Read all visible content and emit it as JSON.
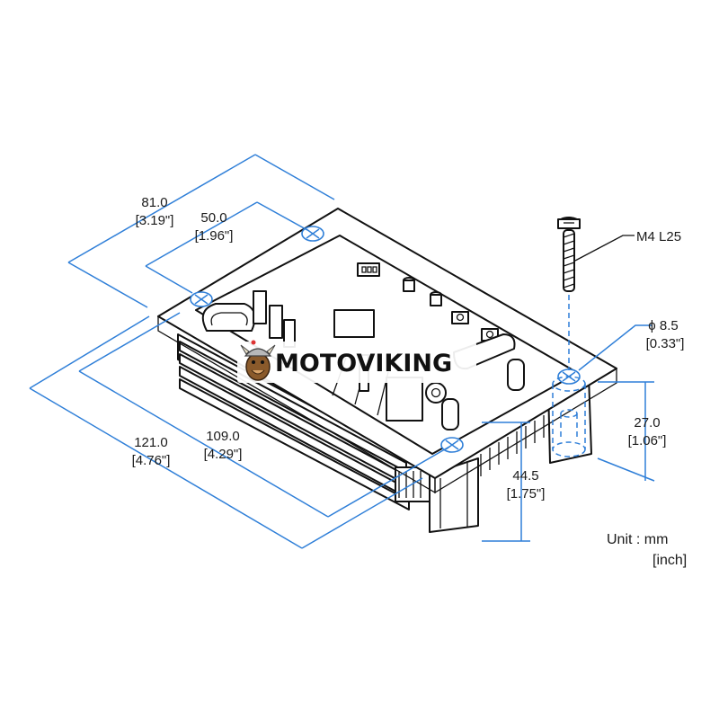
{
  "watermark": {
    "text": "MOTOVIKING",
    "logo_icon": "viking-mascot-icon"
  },
  "dimensions": {
    "overall_length": {
      "value": "81.0",
      "inch": "[3.19\"]"
    },
    "hole_spacing_length": {
      "value": "50.0",
      "inch": "[1.96\"]"
    },
    "overall_width": {
      "value": "121.0",
      "inch": "[4.76\"]"
    },
    "hole_spacing_width": {
      "value": "109.0",
      "inch": "[4.29\"]"
    },
    "body_height": {
      "value": "44.5",
      "inch": "[1.75\"]"
    },
    "standoff_height": {
      "value": "27.0",
      "inch": "[1.06\"]"
    },
    "hole_diameter": {
      "value": "ϕ 8.5",
      "inch": "[0.33\"]"
    }
  },
  "screw": {
    "label": "M4 L25"
  },
  "units": {
    "line1": "Unit : mm",
    "line2": "[inch]"
  },
  "colors": {
    "dimension": "#2f7fd8",
    "outline": "#111111"
  }
}
